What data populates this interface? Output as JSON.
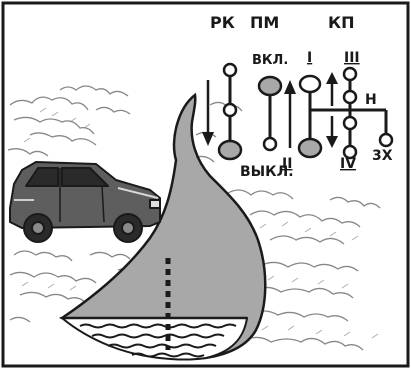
{
  "labels": {
    "rk": "РК",
    "pm": "ПМ",
    "kp": "КП",
    "vkl": "ВКЛ.",
    "vykl": "ВЫКЛ.",
    "gear_1": "I",
    "gear_2": "II",
    "gear_3": "III",
    "gear_4": "IV",
    "neutral": "Н",
    "reverse": "3Х"
  },
  "icons": [
    "suv-vehicle-illustration",
    "water-depth-gauge",
    "gear-shift-pattern",
    "direction-arrow"
  ],
  "colors": {
    "ink": "#1a1a1a",
    "fill_gray": "#a8a8a8",
    "background": "#ffffff"
  }
}
